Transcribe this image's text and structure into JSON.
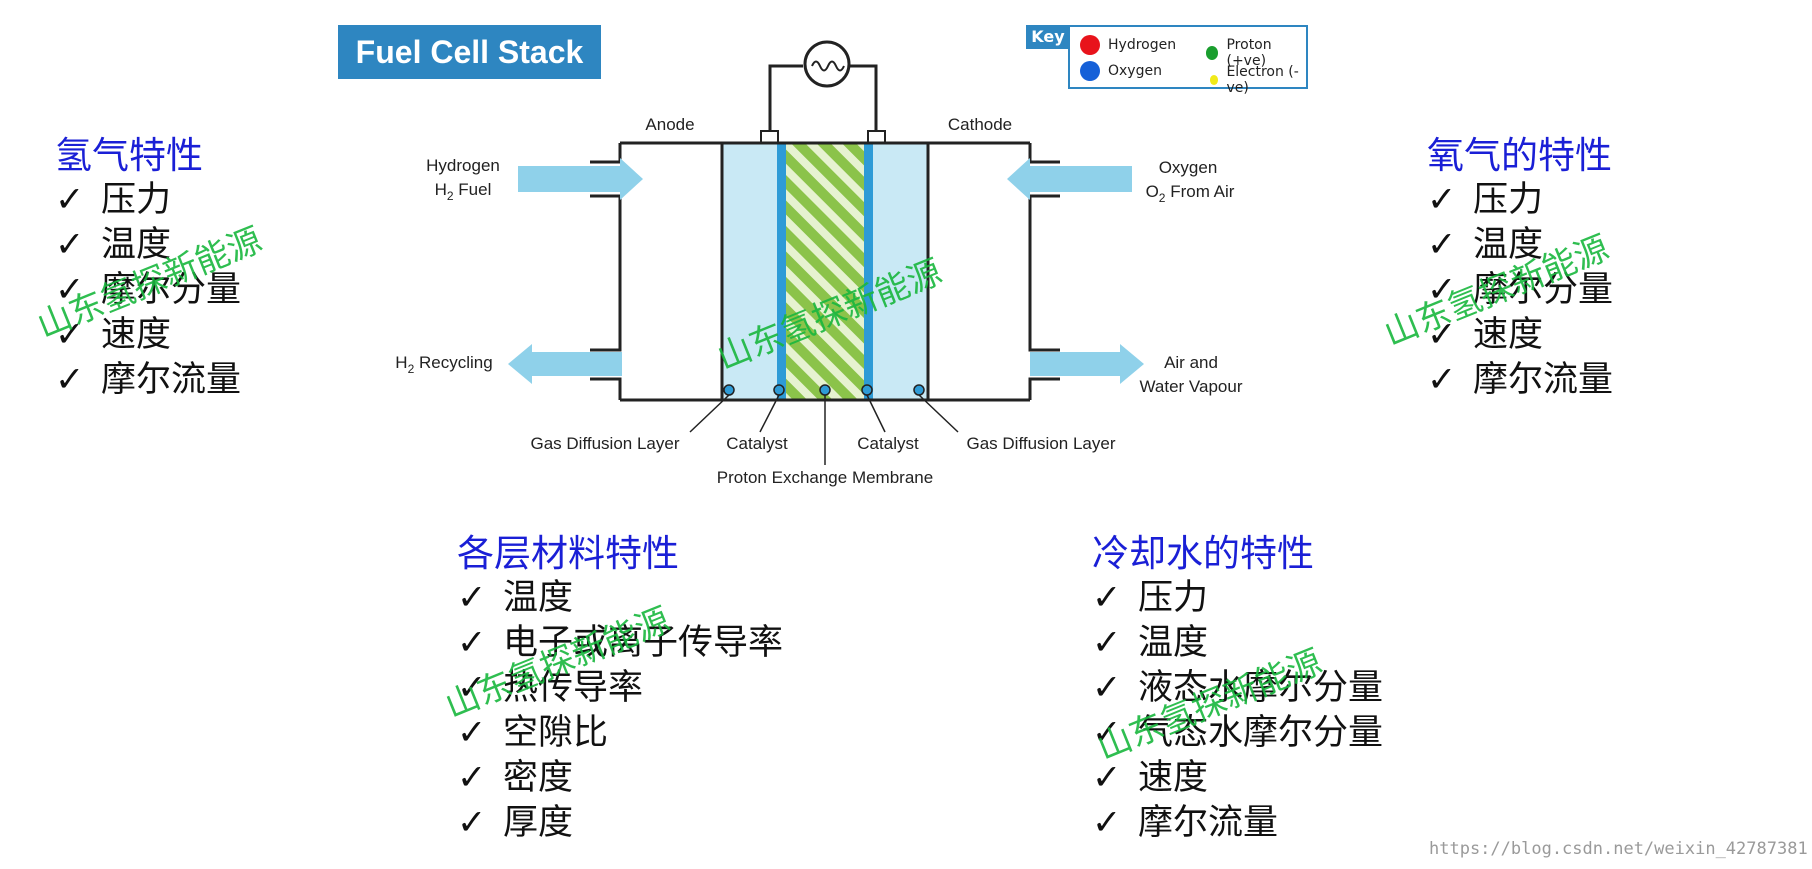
{
  "title": "Fuel Cell Stack",
  "key": {
    "label": "Key",
    "items": [
      {
        "name": "Hydrogen",
        "color": "#e8131b"
      },
      {
        "name": "Proton (+ve)",
        "color": "#1a9e2e"
      },
      {
        "name": "Oxygen",
        "color": "#1560d8"
      },
      {
        "name": "Electron (-ve)",
        "color": "#f1ea1a"
      }
    ]
  },
  "diagram": {
    "anode": "Anode",
    "cathode": "Cathode",
    "hydrogen_in_line1": "Hydrogen",
    "hydrogen_in_line2": "H",
    "hydrogen_in_sub": "2",
    "hydrogen_in_rest": " Fuel",
    "oxygen_in_line1": "Oxygen",
    "oxygen_in_line2": "O",
    "oxygen_in_sub": "2",
    "oxygen_in_rest": " From Air",
    "recycling_h": "H",
    "recycling_sub": "2",
    "recycling_rest": " Recycling",
    "air_water_line1": "Air and",
    "air_water_line2": "Water Vapour",
    "gdl_left": "Gas Diffusion Layer",
    "catalyst_left": "Catalyst",
    "catalyst_right": "Catalyst",
    "gdl_right": "Gas Diffusion Layer",
    "pem": "Proton Exchange Membrane"
  },
  "colors": {
    "accent_blue": "#2e86c1",
    "arrow_blue": "#8fd1ea",
    "light_blue_layer": "#c9e9f5",
    "catalyst_blue": "#2e9bd6",
    "membrane_green": "#8bc34a",
    "heading_blue": "#1a1fd6",
    "watermark_green": "#19b73e"
  },
  "sections": {
    "hydrogen": {
      "heading": "氢气特性",
      "items": [
        "压力",
        "温度",
        "摩尔分量",
        "速度",
        "摩尔流量"
      ]
    },
    "oxygen": {
      "heading": "氧气的特性",
      "items": [
        "压力",
        "温度",
        "摩尔分量",
        "速度",
        "摩尔流量"
      ]
    },
    "materials": {
      "heading": "各层材料特性",
      "items": [
        "温度",
        "电子或离子传导率",
        "热传导率",
        "空隙比",
        "密度",
        "厚度"
      ]
    },
    "coolant": {
      "heading": "冷却水的特性",
      "items": [
        "压力",
        "温度",
        "液态水摩尔分量",
        "气态水摩尔分量",
        "速度",
        "摩尔流量"
      ]
    }
  },
  "checkmark": "✓",
  "watermark": "山东氢探新能源",
  "url": "https://blog.csdn.net/weixin_42787381"
}
